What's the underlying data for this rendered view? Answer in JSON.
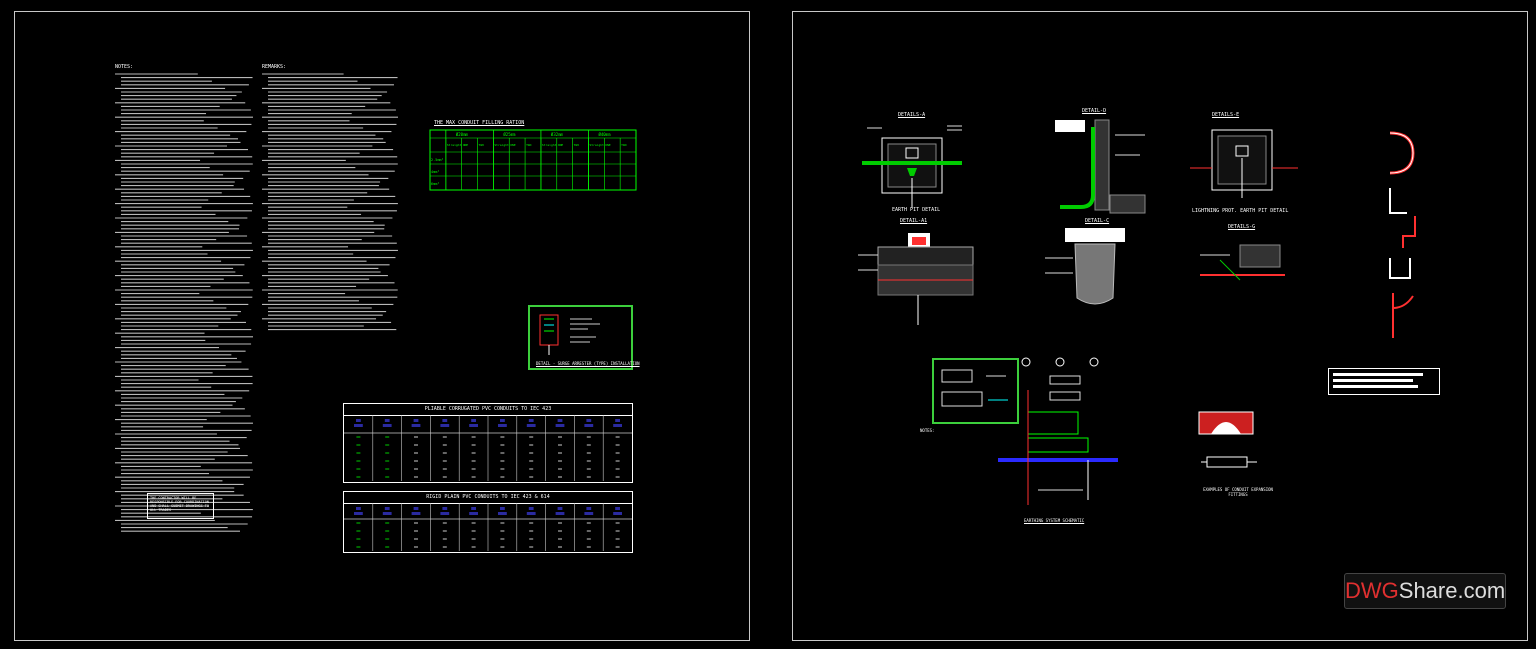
{
  "left_sheet": {
    "notes_header": "NOTES:",
    "remarks_header": "REMARKS:",
    "conduit_table": {
      "title": "THE MAX CONDUIT FILLING RATION",
      "group_headers": [
        "Ø20mm",
        "Ø25mm",
        "Ø32mm",
        "Ø40mm"
      ],
      "sub_headers": [
        "Straight",
        "ONE BEND",
        "TWO BENDS"
      ],
      "row_labels": [
        "2.5mm²",
        "4mm²",
        "6mm²"
      ]
    },
    "detail_box_caption": "DETAIL - SURGE ARRESTER (TYPE) INSTALLATION",
    "pliable_table_title": "PLIABLE CORRUGATED PVC CONDUITS TO IEC 423",
    "rigid_table_title": "RIGID PLAIN PVC CONDUITS TO IEC 423 & 614",
    "bottom_note": "THE CONTRACTOR WILL BE RESPONSIBLE FOR COORDINATION AND SHALL SUBMIT DRAWINGS TO ALL TRADES"
  },
  "right_sheet": {
    "detail_labels": [
      "DETAILS-A",
      "DETAIL-D",
      "DETAILS-E",
      "DETAIL-A1",
      "DETAIL-C",
      "DETAILS-G"
    ],
    "captions": {
      "earth_pit": "EARTH PIT DETAIL",
      "lightning_pit": "LIGHTNING PROT. EARTH PIT DETAIL",
      "expansion": "EXAMPLES OF CONDUIT EXPANSION FITTINGS",
      "earthing_schematic": "EARTHING SYSTEM SCHEMATIC"
    },
    "notes_label": "NOTES:"
  },
  "watermark": {
    "part1": "DWG",
    "part2": "Share.com"
  },
  "colors": {
    "background": "#000000",
    "frame": "#c8c8c8",
    "cyan": "#00ffff",
    "green": "#00ff00",
    "red": "#ff2020",
    "blue_fill": "#2a2aa0"
  }
}
